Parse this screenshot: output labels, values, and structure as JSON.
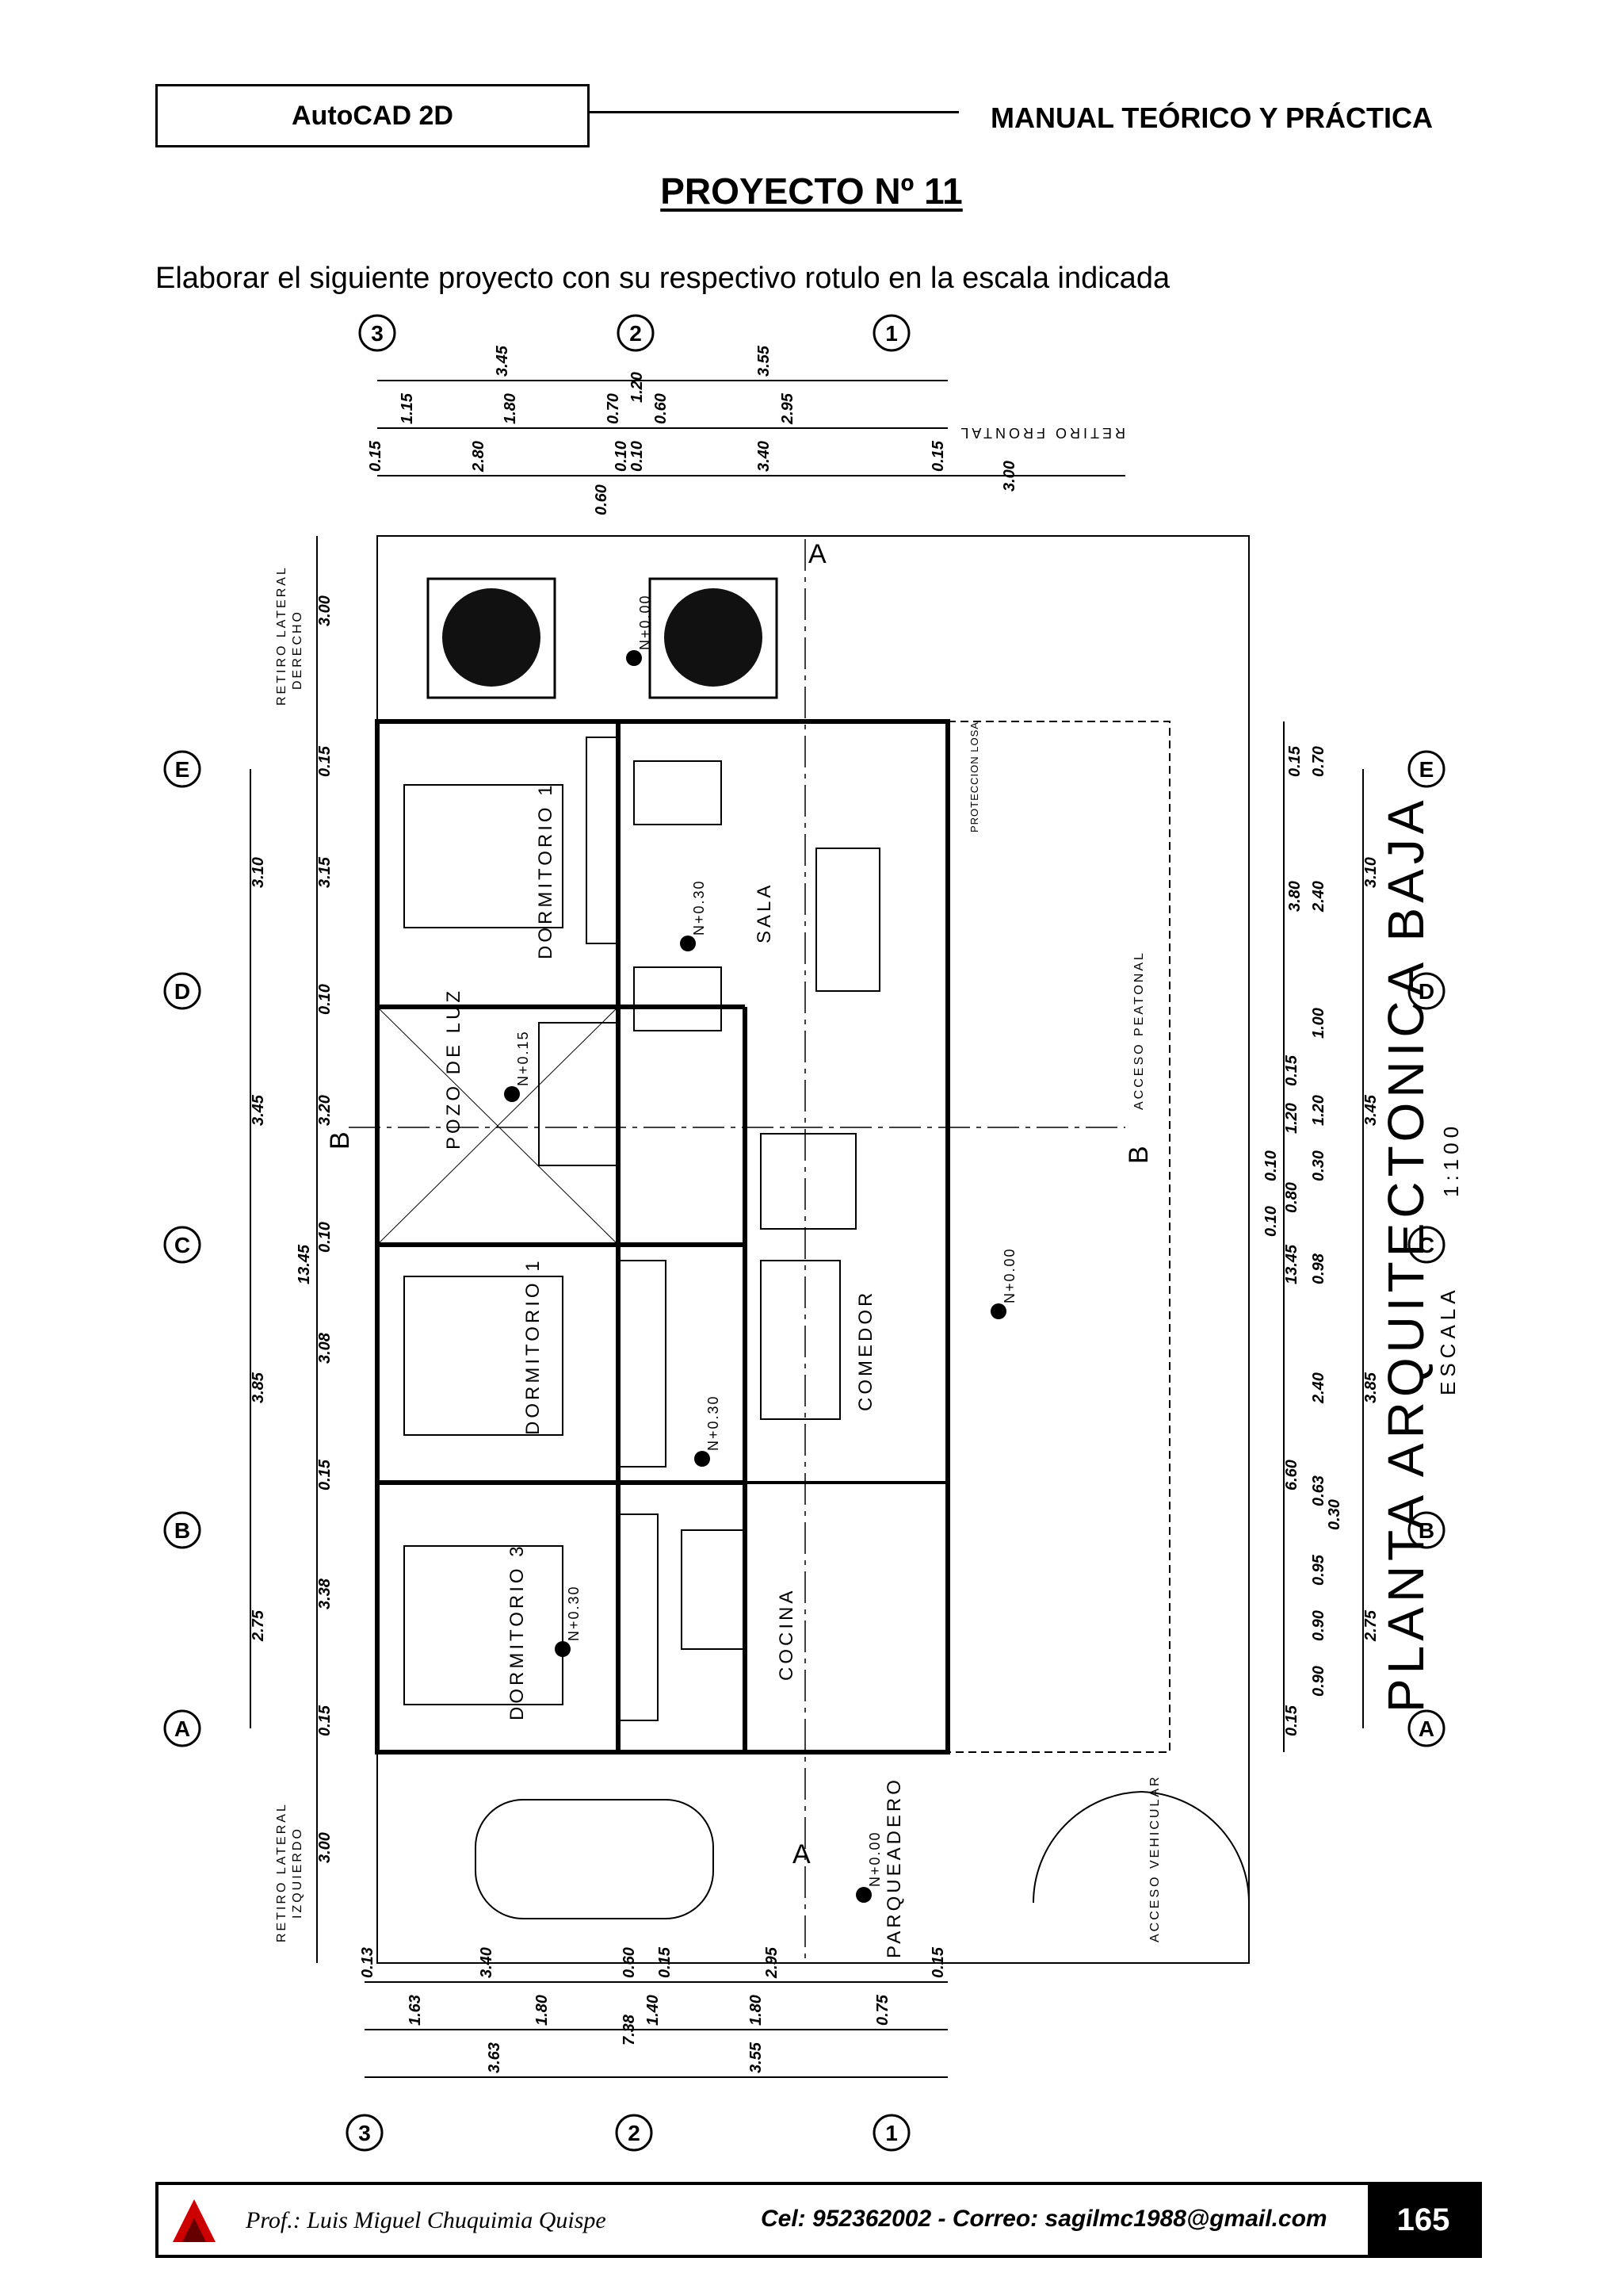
{
  "header": {
    "left": "AutoCAD 2D",
    "right": "MANUAL TEÓRICO Y PRÁCTICA"
  },
  "title": "PROYECTO Nº 11",
  "instruction": "Elaborar el siguiente proyecto con su respectivo rotulo en la escala indicada",
  "drawing": {
    "title": "PLANTA   ARQUITECTONICA BAJA",
    "scale_label": "ESCALA",
    "scale_value": "1:100",
    "axes_letters": [
      "A",
      "B",
      "C",
      "D",
      "E"
    ],
    "axes_numbers": [
      "3",
      "2",
      "1"
    ],
    "rooms": {
      "dorm1_top": "DORMITORIO 1",
      "dorm1_mid": "DORMITORIO 1",
      "dorm3": "DORMITORIO 3",
      "pozo": "POZO DE LUZ",
      "sala": "SALA",
      "comedor": "COMEDOR",
      "cocina": "COCINA",
      "parqueadero": "PARQUEADERO"
    },
    "levels": {
      "garden": "N+0.00",
      "dorm1_top": "N+0.30",
      "pozo": "N+0.15",
      "dorm3": "N+0.30",
      "comedor": "N+0.30",
      "patio": "N+0.00",
      "parking": "N+0.00"
    },
    "labels": {
      "retiro_frontal": "RETIRO FRONTAL",
      "retiro_der_1": "RETIRO LATERAL",
      "retiro_der_2": "DERECHO",
      "retiro_izq_1": "RETIRO LATERAL",
      "retiro_izq_2": "IZQUIERDO",
      "acceso_peatonal": "ACCESO PEATONAL",
      "acceso_vehicular": "ACCESO VEHICULAR",
      "proteccion_losa": "PROTECCION LOSA",
      "section_a": "A",
      "section_b": "B"
    },
    "dims_top_total": [
      "3.45",
      "3.55"
    ],
    "dims_top_a": [
      "1.15",
      "1.80",
      "0.70",
      "1.20",
      "0.60",
      "2.95"
    ],
    "dims_top_b": [
      "0.15",
      "2.80",
      "0.60",
      "0.10",
      "0.10",
      "3.40",
      "0.15",
      "3.00"
    ],
    "dims_left_total": [
      "3.10",
      "3.45",
      "13.45",
      "3.85",
      "2.75"
    ],
    "dims_left_inner": [
      "0.15",
      "3.15",
      "0.10",
      "3.20",
      "0.10",
      "3.08",
      "0.15",
      "3.38",
      "0.15"
    ],
    "dims_left_retiro": [
      "3.00",
      "3.00"
    ],
    "dims_right_total": [
      "3.10",
      "3.45",
      "13.45",
      "3.85",
      "2.75"
    ],
    "dims_right_inner": [
      "0.15",
      "0.70",
      "3.80",
      "2.40",
      "1.00",
      "0.15",
      "1.20",
      "0.10",
      "0.30",
      "1.20",
      "0.80",
      "0.98",
      "0.10",
      "6.60",
      "2.40",
      "0.63",
      "0.30",
      "0.95",
      "0.90",
      "0.90",
      "0.15"
    ],
    "dims_bottom_a": [
      "0.13",
      "3.40",
      "0.60",
      "0.15",
      "2.95",
      "0.15"
    ],
    "dims_bottom_b": [
      "1.63",
      "1.80",
      "1.40",
      "1.80",
      "0.75"
    ],
    "dims_bottom_c": [
      "3.63",
      "7.38",
      "3.55"
    ]
  },
  "footer": {
    "prof": "Prof.: Luis Miguel Chuquimia Quispe",
    "cel": "Cel: 952362002   -  Correo: sagilmc1988@gmail.com",
    "page": "165"
  }
}
